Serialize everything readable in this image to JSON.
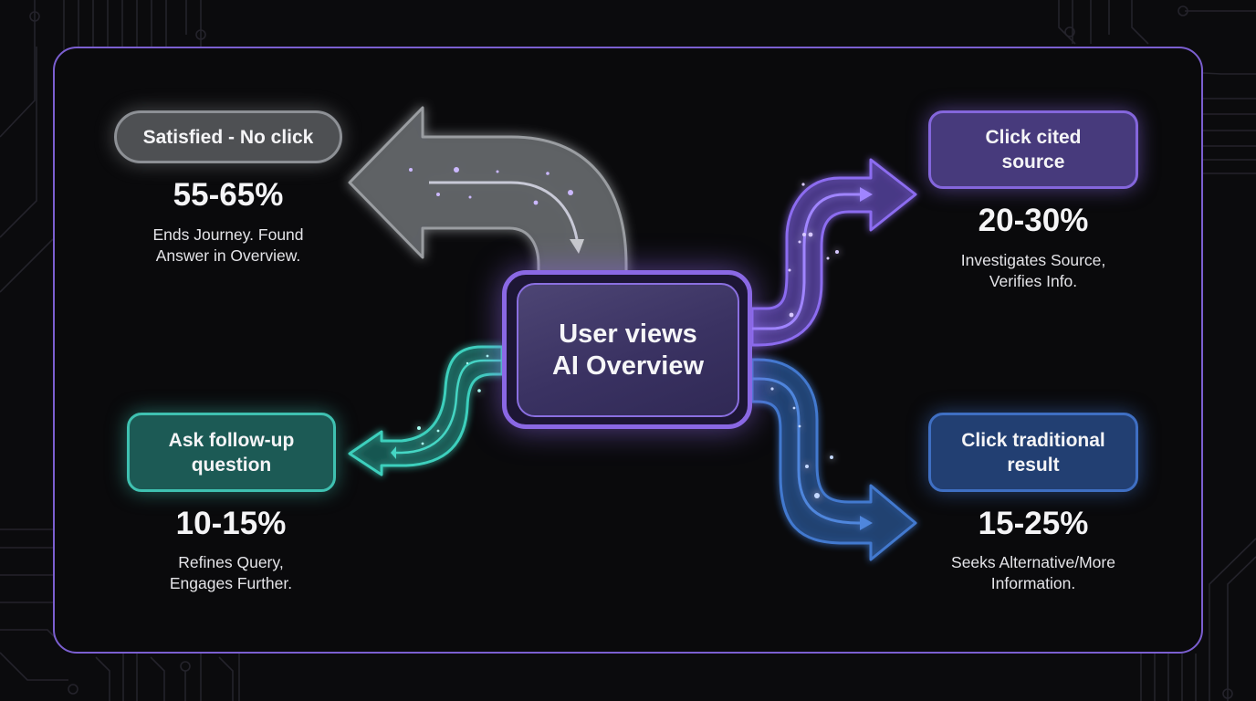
{
  "diagram": {
    "type": "flow",
    "center": {
      "label_line1": "User views",
      "label_line2": "AI Overview"
    },
    "colors": {
      "frame": "#7b5fd0",
      "center": "#8a68e4",
      "satisfied": "#8d9095",
      "cited": "#8466dc",
      "followup": "#3fc1b1",
      "traditional": "#3f6fc3"
    },
    "outcomes": [
      {
        "id": "satisfied",
        "label": "Satisfied - No click",
        "share": "55-65%",
        "desc_line1": "Ends Journey. Found",
        "desc_line2": "Answer in Overview."
      },
      {
        "id": "cited",
        "label_line1": "Click cited",
        "label_line2": "source",
        "share": "20-30%",
        "desc_line1": "Investigates Source,",
        "desc_line2": "Verifies Info."
      },
      {
        "id": "followup",
        "label_line1": "Ask follow-up",
        "label_line2": "question",
        "share": "10-15%",
        "desc_line1": "Refines Query,",
        "desc_line2": "Engages Further."
      },
      {
        "id": "traditional",
        "label_line1": "Click traditional",
        "label_line2": "result",
        "share": "15-25%",
        "desc_line1": "Seeks Alternative/More",
        "desc_line2": "Information."
      }
    ]
  }
}
